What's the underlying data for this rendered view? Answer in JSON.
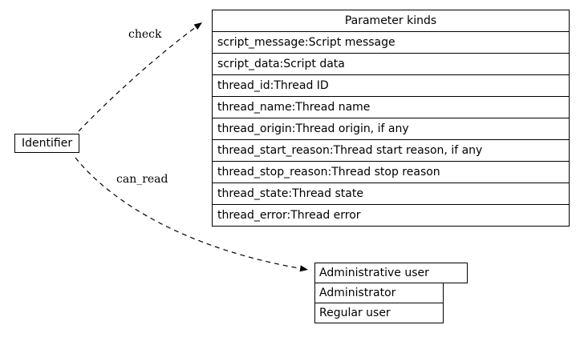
{
  "diagram": {
    "colors": {
      "stroke": "#000000",
      "background": "#ffffff"
    },
    "nodes": {
      "identifier": {
        "label": "Identifier"
      },
      "parameter_kinds": {
        "title": "Parameter kinds",
        "rows": [
          "script_message:Script message",
          "script_data:Script data",
          "thread_id:Thread ID",
          "thread_name:Thread name",
          "thread_origin:Thread origin, if any",
          "thread_start_reason:Thread start reason, if any",
          "thread_stop_reason:Thread stop reason",
          "thread_state:Thread state",
          "thread_error:Thread error"
        ]
      },
      "admin_users": {
        "title": "Administrative user",
        "rows": [
          "Administrator",
          "Regular user"
        ]
      }
    },
    "edges": {
      "check": {
        "label": "check"
      },
      "can_read": {
        "label": "can_read"
      }
    }
  }
}
